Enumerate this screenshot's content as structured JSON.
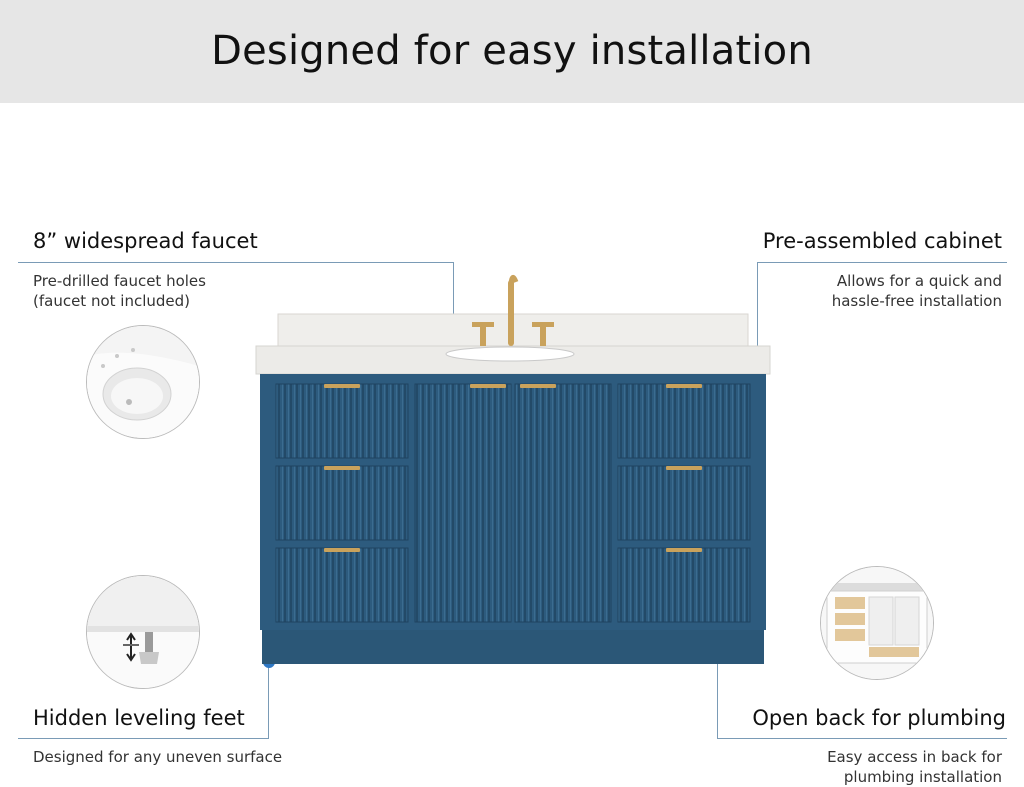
{
  "header": {
    "title": "Designed for easy installation"
  },
  "features": {
    "faucet": {
      "title": "8” widespread faucet",
      "desc_line1": "Pre-drilled faucet holes",
      "desc_line2": "(faucet not included)"
    },
    "cabinet": {
      "title": "Pre-assembled cabinet",
      "desc_line1": "Allows for a quick and",
      "desc_line2": "hassle-free installation"
    },
    "feet": {
      "title": "Hidden leveling feet",
      "desc_line1": "Designed for any uneven surface"
    },
    "back": {
      "title": "Open back for plumbing",
      "desc_line1": "Easy access in back for",
      "desc_line2": "plumbing installation"
    }
  },
  "colors": {
    "vanity_blue": "#2d5b7e",
    "countertop": "#ecebe8",
    "hardware_gold": "#c9a25c",
    "callout_dot": "#2f78c4",
    "banner_bg": "#e6e6e6"
  }
}
